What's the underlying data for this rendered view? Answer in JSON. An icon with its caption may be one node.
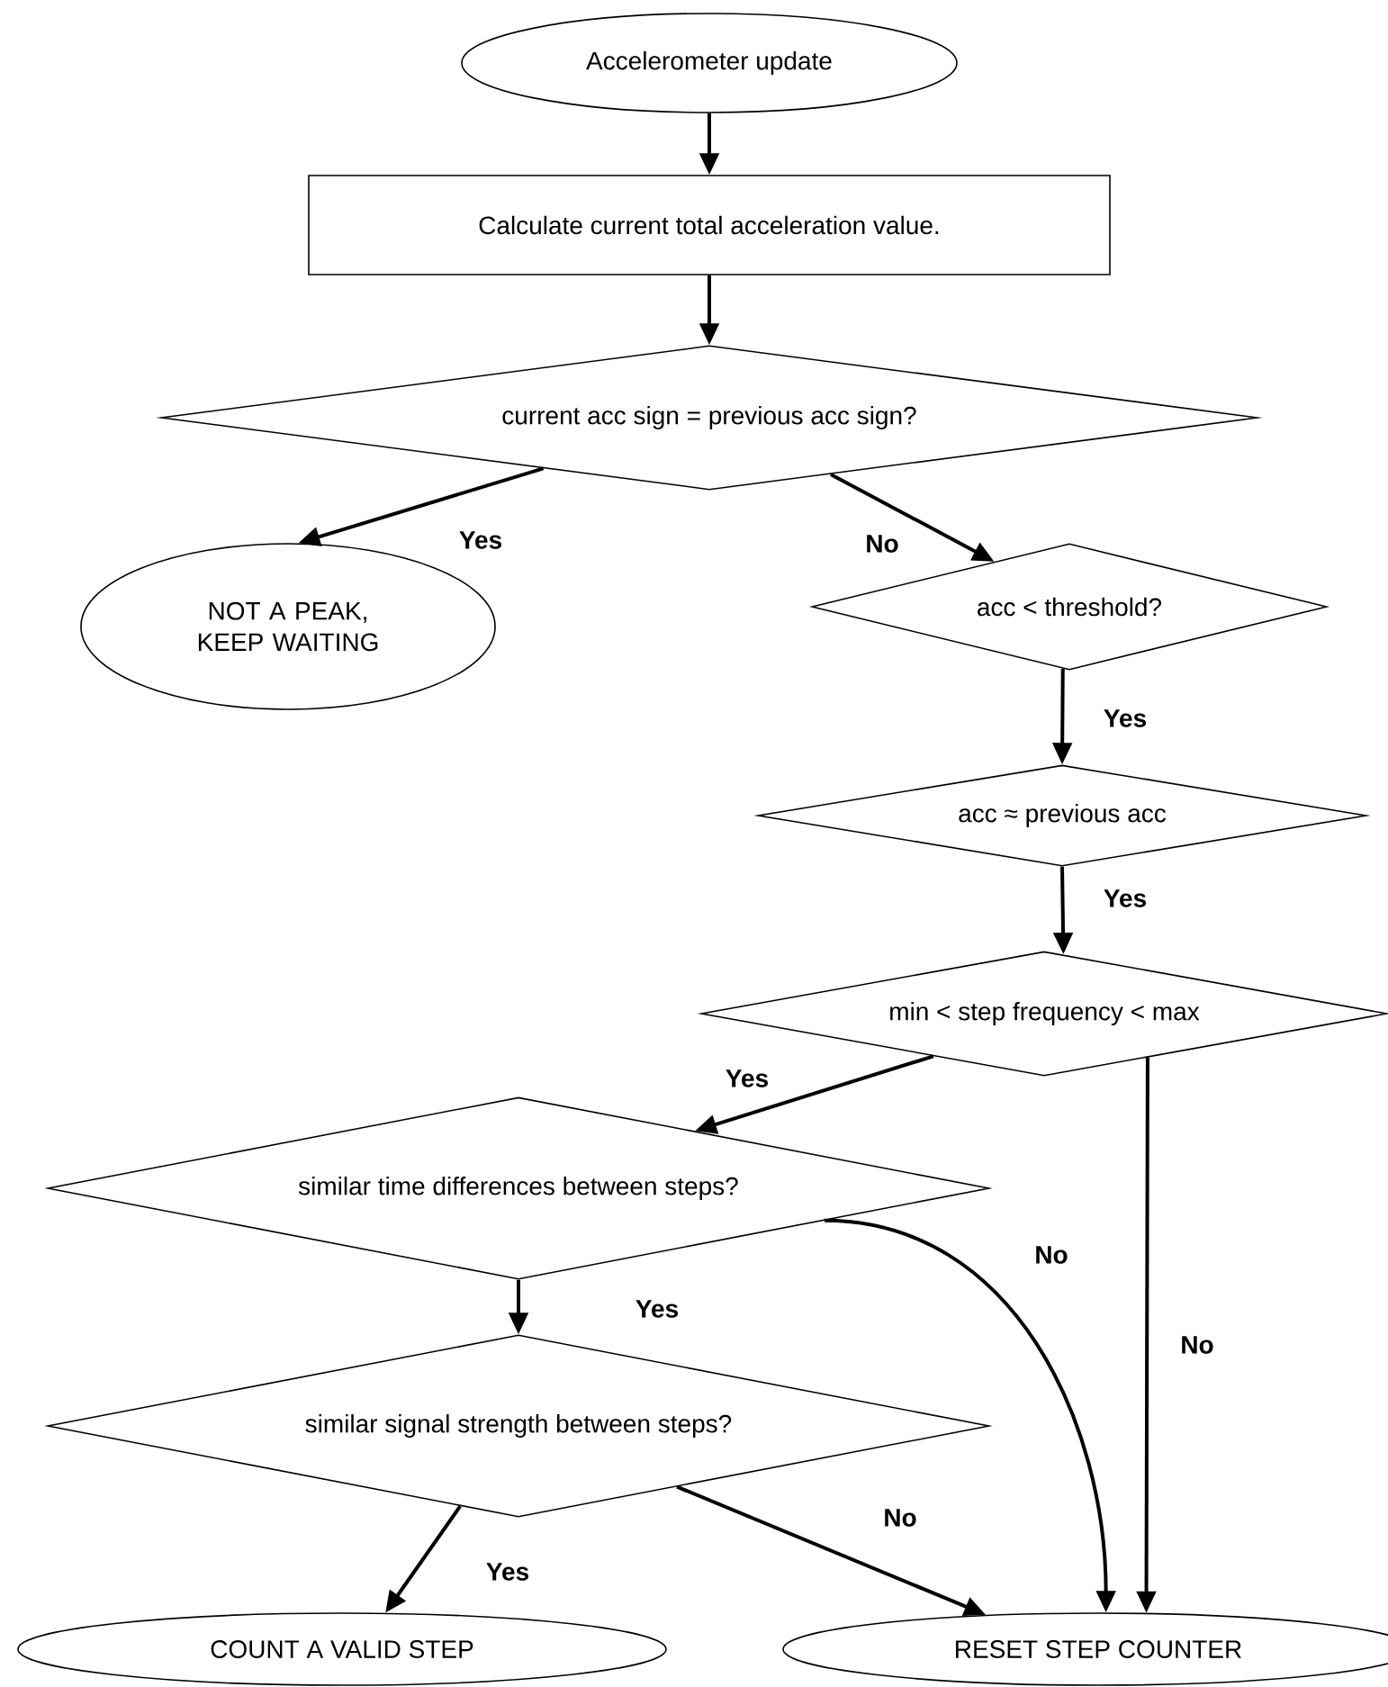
{
  "diagram": {
    "nodes": [
      {
        "text": [
          "Accelerometer update"
        ]
      },
      {
        "text": [
          "Calculate current total acceleration value."
        ]
      },
      {
        "text": [
          "current acc sign = previous acc sign?"
        ]
      },
      {
        "text": [
          "NOT A PEAK, KEEP WAITING"
        ]
      },
      {
        "text": [
          "acc < threshold?"
        ]
      },
      {
        "text": [
          "acc ≈ previous acc"
        ]
      },
      {
        "text": [
          "min < step frequency < max"
        ]
      },
      {
        "text": [
          "similar time differences between steps?"
        ]
      },
      {
        "text": [
          "similar signal strength between steps?"
        ]
      },
      {
        "text": [
          "COUNT A VALID STEP"
        ]
      },
      {
        "text": [
          "RESET STEP COUNTER"
        ]
      }
    ],
    "edges": [
      {
        "from": 0,
        "to": 1,
        "arrow": "to"
      },
      {
        "from": 1,
        "to": 2,
        "arrow": "to"
      },
      {
        "from": 2,
        "to": 3,
        "arrow": "to",
        "label": "Yes"
      },
      {
        "from": 2,
        "to": 4,
        "arrow": "to",
        "label": "No"
      },
      {
        "from": 4,
        "to": 5,
        "arrow": "to",
        "label": "Yes"
      },
      {
        "from": 5,
        "to": 6,
        "arrow": "to",
        "label": "Yes"
      },
      {
        "from": 6,
        "to": 7,
        "arrow": "to",
        "label": "Yes"
      },
      {
        "from": 6,
        "to": 10,
        "arrow": "to",
        "label": "No"
      },
      {
        "from": 7,
        "to": 8,
        "arrow": "to",
        "label": "Yes"
      },
      {
        "from": 7,
        "to": 10,
        "arrow": "to",
        "label": "No"
      },
      {
        "from": 8,
        "to": 9,
        "arrow": "to",
        "label": "Yes"
      },
      {
        "from": 8,
        "to": 10,
        "arrow": "to",
        "label": "No"
      }
    ]
  }
}
